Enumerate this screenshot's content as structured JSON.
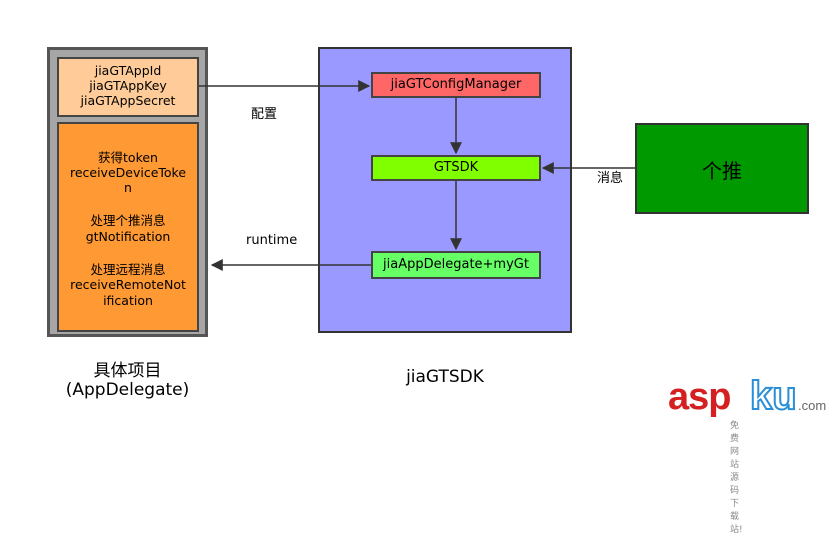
{
  "project": {
    "keys": [
      "jiaGTAppId",
      "jiaGTAppKey",
      "jiaGTAppSecret"
    ],
    "delegate_lines": [
      "获得token",
      "receiveDeviceToke",
      "n",
      "处理个推消息",
      "gtNotification",
      "处理远程消息",
      "receiveRemoteNot",
      "ification"
    ],
    "caption_line1": "具体项目",
    "caption_line2": "(AppDelegate)"
  },
  "sdk": {
    "config_manager": "jiaGTConfigManager",
    "gtsdk": "GTSDK",
    "app_delegate": "jiaAppDelegate+myGt",
    "caption": "jiaGTSDK"
  },
  "getui": {
    "label": "个推"
  },
  "edges": {
    "config_label": "配置",
    "runtime_label": "runtime",
    "message_label": "消息"
  },
  "watermark": {
    "asp": "asp",
    "ku": "ku",
    "com": ".com",
    "tagline": "免费网站源码下载站!"
  },
  "colors": {
    "project_panel": "#a6a6a6",
    "keys_box": "#ffcc99",
    "delegate_box": "#ff9933",
    "sdk_panel": "#9999ff",
    "config_box": "#ff6666",
    "gtsdk_box": "#80ff00",
    "appdelegate_box": "#66ff66",
    "getui_box": "#009900"
  }
}
